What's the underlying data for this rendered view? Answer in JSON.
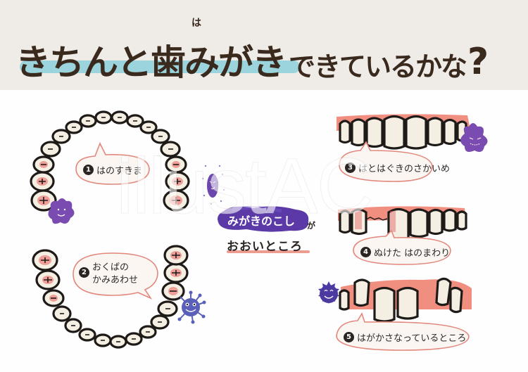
{
  "header": {
    "title_part1": "きちんと",
    "title_kanji": "歯",
    "title_ruby": "は",
    "title_part2": "みがき",
    "title_part3": "できているかな",
    "title_mark": "?",
    "background_color": "#efece8",
    "text_color": "#3a2a1e",
    "underline_color": "#8dd0dc"
  },
  "center": {
    "highlight": "みがきのこし",
    "particle": "が",
    "line2": "おおいところ",
    "blob_color": "#5b3aa8",
    "underline_color": "#ef9c90"
  },
  "spots": [
    {
      "number": "1",
      "label": "はのすきま"
    },
    {
      "number": "2",
      "label_line1": "おくばの",
      "label_line2": "かみあわせ"
    },
    {
      "number": "3",
      "label": "はとはぐきのさかいめ"
    },
    {
      "number": "4",
      "label": "ぬけた はのまわり"
    },
    {
      "number": "5",
      "label": "はがかさなっているところ"
    }
  ],
  "colors": {
    "bubble_outline": "#e2877c",
    "bubble_fill": "#fbf6f2",
    "tooth_fill": "#f4efe2",
    "tooth_outline": "#1e1a18",
    "gum": "#f08e80",
    "gum_dark": "#e56c6c",
    "germ_purple": "#7a4bb0",
    "germ_blue": "#5a5fb8",
    "germ_indigo": "#4d3aa0"
  },
  "watermark": "illustAC"
}
